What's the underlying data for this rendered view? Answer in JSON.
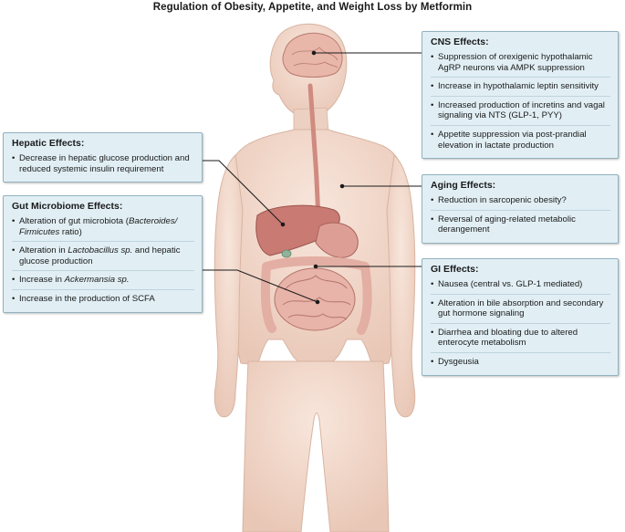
{
  "title": "Regulation of Obesity, Appetite, and Weight Loss by Metformin",
  "boxes": {
    "cns": {
      "heading": "CNS Effects:",
      "items": [
        "Suppression of orexigenic hypothalamic AgRP neurons via AMPK suppression",
        "Increase in hypothalamic leptin sensitivity",
        "Increased production of incretins and vagal signaling via NTS (GLP-1, PYY)",
        "Appetite suppression via post-prandial elevation in lactate production"
      ]
    },
    "hepatic": {
      "heading": "Hepatic Effects:",
      "items": [
        "Decrease in hepatic glucose production and reduced systemic insulin requirement"
      ]
    },
    "aging": {
      "heading": "Aging Effects:",
      "items": [
        "Reduction in sarcopenic obesity?",
        "Reversal of aging-related metabolic derangement"
      ]
    },
    "gut": {
      "heading": "Gut Microbiome Effects:",
      "items": [
        {
          "pre": "Alteration of gut microbiota (",
          "em": "Bacteroides/ Firmicutes",
          "post": " ratio)"
        },
        {
          "pre": "Alteration in ",
          "em": "Lactobacillus sp.",
          "post": " and hepatic glucose production"
        },
        {
          "pre": "Increase in ",
          "em": "Ackermansia sp.",
          "post": ""
        },
        {
          "pre": "Increase in the production of SCFA",
          "em": "",
          "post": ""
        }
      ]
    },
    "gi": {
      "heading": "GI Effects:",
      "items": [
        "Nausea (central vs. GLP-1 mediated)",
        "Alteration in bile absorption and secondary gut hormone signaling",
        "Diarrhea and bloating due to altered enterocyte metabolism",
        "Dysgeusia"
      ]
    }
  },
  "colors": {
    "box_fill": "#e1eff5",
    "box_border": "#93b2bf",
    "skin": "#f2d9cd",
    "skin_shade": "#e2bfae",
    "organ": "#d9958c",
    "liver": "#c97a72",
    "leader": "#1a1a1a"
  }
}
